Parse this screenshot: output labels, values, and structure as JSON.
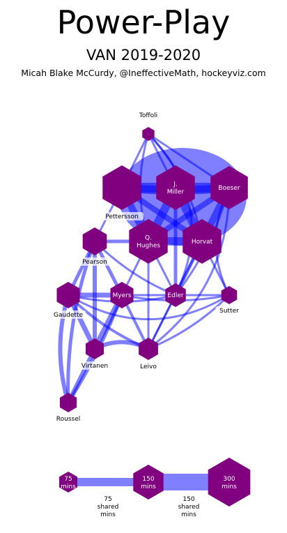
{
  "header": {
    "title": "Power-Play",
    "subtitle": "VAN 2019-2020",
    "credit": "Micah Blake McCurdy, @IneffectiveMath, hockeyviz.com"
  },
  "colors": {
    "node": "#800080",
    "edge": "#0000ff",
    "label_bg": "#ffffff"
  },
  "players": [
    {
      "id": "toffoli",
      "lines": [
        "Toffoli"
      ],
      "pos": "below-above",
      "label_style": "outside-top"
    },
    {
      "id": "pettersson",
      "lines": [
        "Pettersson"
      ],
      "label_style": "outside-bottom"
    },
    {
      "id": "miller",
      "lines": [
        "J.",
        "Miller"
      ],
      "label_style": "inside"
    },
    {
      "id": "boeser",
      "lines": [
        "Boeser"
      ],
      "label_style": "inside"
    },
    {
      "id": "hughes",
      "lines": [
        "Q.",
        "Hughes"
      ],
      "label_style": "inside"
    },
    {
      "id": "horvat",
      "lines": [
        "Horvat"
      ],
      "label_style": "inside"
    },
    {
      "id": "pearson",
      "lines": [
        "Pearson"
      ],
      "label_style": "outside-bottom"
    },
    {
      "id": "gaudette",
      "lines": [
        "Gaudette"
      ],
      "label_style": "outside-bottom"
    },
    {
      "id": "myers",
      "lines": [
        "Myers"
      ],
      "label_style": "inside"
    },
    {
      "id": "edler",
      "lines": [
        "Edler"
      ],
      "label_style": "inside"
    },
    {
      "id": "sutter",
      "lines": [
        "Sutter"
      ],
      "label_style": "outside-bottom"
    },
    {
      "id": "virtanen",
      "lines": [
        "Virtanen"
      ],
      "label_style": "outside-bottom"
    },
    {
      "id": "leivo",
      "lines": [
        "Leivo"
      ],
      "label_style": "outside-bottom"
    },
    {
      "id": "roussel",
      "lines": [
        "Roussel"
      ],
      "label_style": "outside-bottom"
    }
  ],
  "legend": {
    "nodes": [
      {
        "lines": [
          "75",
          "mins"
        ]
      },
      {
        "lines": [
          "150",
          "mins"
        ]
      },
      {
        "lines": [
          "300",
          "mins"
        ]
      }
    ],
    "edges": [
      {
        "lines": [
          "75",
          "shared",
          "mins"
        ]
      },
      {
        "lines": [
          "150",
          "shared",
          "mins"
        ]
      }
    ]
  }
}
